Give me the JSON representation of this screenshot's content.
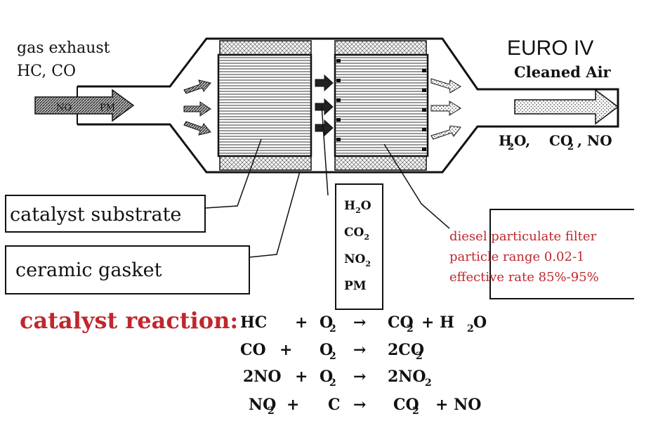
{
  "inlet": {
    "line1": "gas exhaust",
    "line2": "HC, CO",
    "arrow_left": "NO",
    "arrow_right": "PM"
  },
  "outlet": {
    "standard": "EURO IV",
    "subtitle": "Cleaned Air",
    "products": {
      "h2o_base": "H",
      "h2o_sub": "2",
      "h2o_end": "O,",
      "co2_base": "CO",
      "co2_sub": "2",
      "no": ", NO"
    }
  },
  "labels": {
    "substrate": "catalyst substrate",
    "gasket": "ceramic gasket"
  },
  "gas_list": [
    {
      "base": "H",
      "sub": "2",
      "end": "O"
    },
    {
      "base": "CO",
      "sub": "2",
      "end": ""
    },
    {
      "base": "NO",
      "sub": "2",
      "end": ""
    },
    {
      "base": "PM",
      "sub": "",
      "end": ""
    }
  ],
  "filter_info": {
    "line1": "diesel particulate filter",
    "line2": "particle range 0.02-1",
    "line3": "effective rate 85%-95%"
  },
  "reaction": {
    "title": "catalyst reaction:",
    "arrow": "→",
    "r1": {
      "a": "HC",
      "b_base": "O",
      "b_sub": "2",
      "c_base": "CO",
      "c_sub": "2",
      "d": "+ H",
      "d_sub": "2",
      "d_end": "O"
    },
    "r2": {
      "a": "CO",
      "b_base": "O",
      "b_sub": "2",
      "c_base": "2CO",
      "c_sub": "2"
    },
    "r3": {
      "a": "2NO",
      "b_base": "O",
      "b_sub": "2",
      "c_base": "2NO",
      "c_sub": "2"
    },
    "r4": {
      "a_base": "NO",
      "a_sub": "2",
      "b": "C",
      "c_base": "CO",
      "c_sub": "2",
      "d": "+ NO"
    }
  },
  "colors": {
    "ink": "#111111",
    "red": "#c0272d",
    "hatch": "#999999"
  }
}
